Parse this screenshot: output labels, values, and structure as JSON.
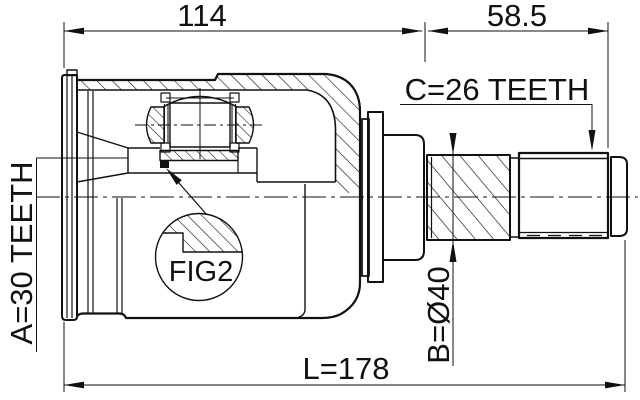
{
  "drawing": {
    "dimensions": {
      "housing_width": "114",
      "stem_length": "58.5",
      "total_length": "L=178",
      "diameter_b": "B=Ø40",
      "spline_c": "C=26 TEETH",
      "spline_a": "A=30 TEETH",
      "figure_ref": "FIG2"
    },
    "colors": {
      "line": "#111111",
      "background": "#ffffff"
    }
  }
}
